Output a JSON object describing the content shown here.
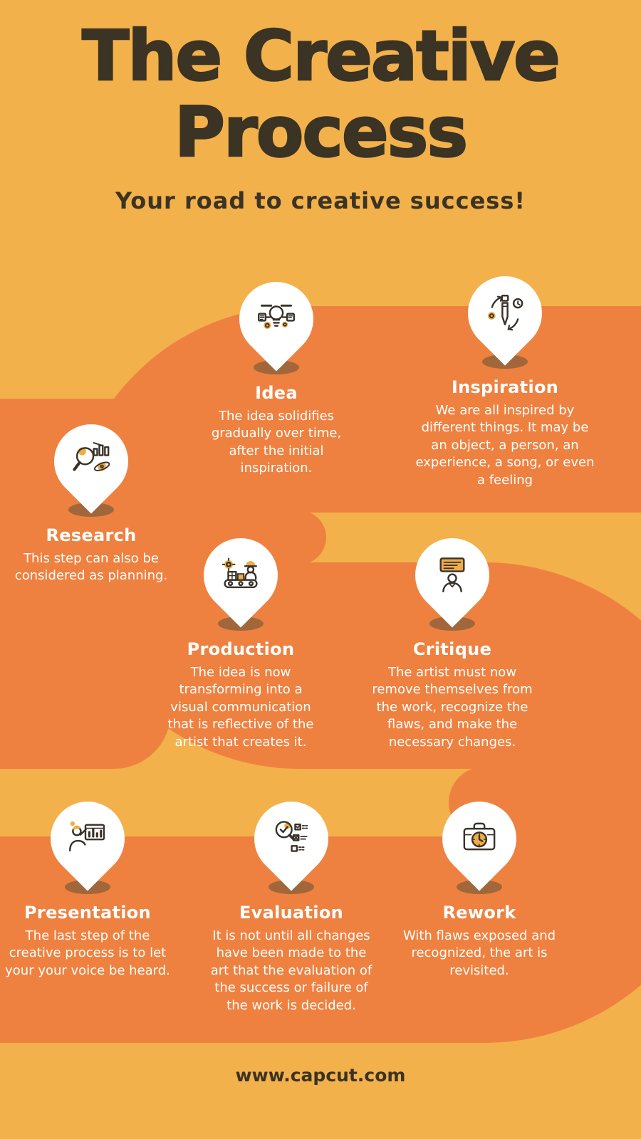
{
  "page": {
    "title_line1": "The Creative",
    "title_line2": "Process",
    "subtitle": "Your road to creative success!",
    "footer": "www.capcut.com"
  },
  "colors": {
    "background": "#F3B14C",
    "road": "#EF8140",
    "title": "#3B3323",
    "pin_shadow": "#A1673A",
    "step_text": "#FFFFFF",
    "icon_accent": "#F0AC44",
    "icon_line": "#38322A"
  },
  "steps": [
    {
      "id": "idea",
      "title": "Idea",
      "icon": "idea-icon",
      "description": "The idea solidifies gradually over time, after the initial inspiration."
    },
    {
      "id": "inspiration",
      "title": "Inspiration",
      "icon": "inspiration-icon",
      "description": "We are all inspired by different things.  It may be an object, a person, an experience, a song, or even a feeling"
    },
    {
      "id": "research",
      "title": "Research",
      "icon": "research-icon",
      "description": "This step can also be considered as planning."
    },
    {
      "id": "production",
      "title": "Production",
      "icon": "production-icon",
      "description": "The idea is now transforming into a visual communication that is reflective of the artist that creates it."
    },
    {
      "id": "critique",
      "title": "Critique",
      "icon": "critique-icon",
      "description": "The artist must now remove themselves from the work, recognize the flaws, and make the necessary changes."
    },
    {
      "id": "presentation",
      "title": "Presentation",
      "icon": "presentation-icon",
      "description": "The last step of the creative process is to let your your voice be heard."
    },
    {
      "id": "evaluation",
      "title": "Evaluation",
      "icon": "evaluation-icon",
      "description": "It is not until all changes have been made to the art that the evaluation of the success or failure of the work is decided."
    },
    {
      "id": "rework",
      "title": "Rework",
      "icon": "rework-icon",
      "description": "With flaws exposed and recognized, the art is revisited."
    }
  ]
}
